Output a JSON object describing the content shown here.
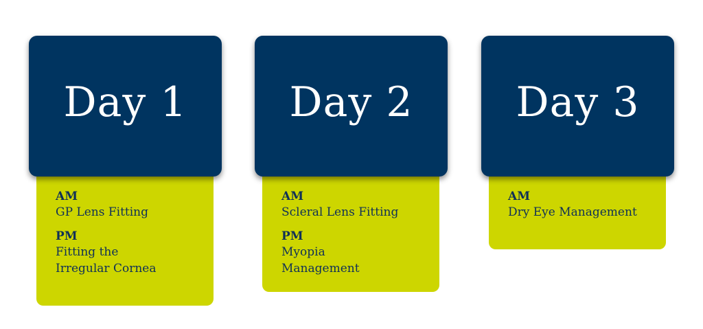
{
  "days": [
    {
      "title": "Day 1",
      "am_label": "AM",
      "am_topic": "GP Lens Fitting",
      "pm_label": "PM",
      "pm_topic_line1": "Fitting the",
      "pm_topic_line2": "Irregular Cornea"
    },
    {
      "title": "Day 2",
      "am_label": "AM",
      "am_topic": "Scleral Lens Fitting",
      "pm_label": "PM",
      "pm_topic_line1": "Myopia",
      "pm_topic_line2": "Management"
    },
    {
      "title": "Day 3",
      "am_label": "AM",
      "am_topic": "Dry Eye Management"
    }
  ],
  "colors": {
    "header_bg": "#003460",
    "card_bg": "#cdd600",
    "text_dark": "#0f3057",
    "header_text": "#ffffff"
  }
}
